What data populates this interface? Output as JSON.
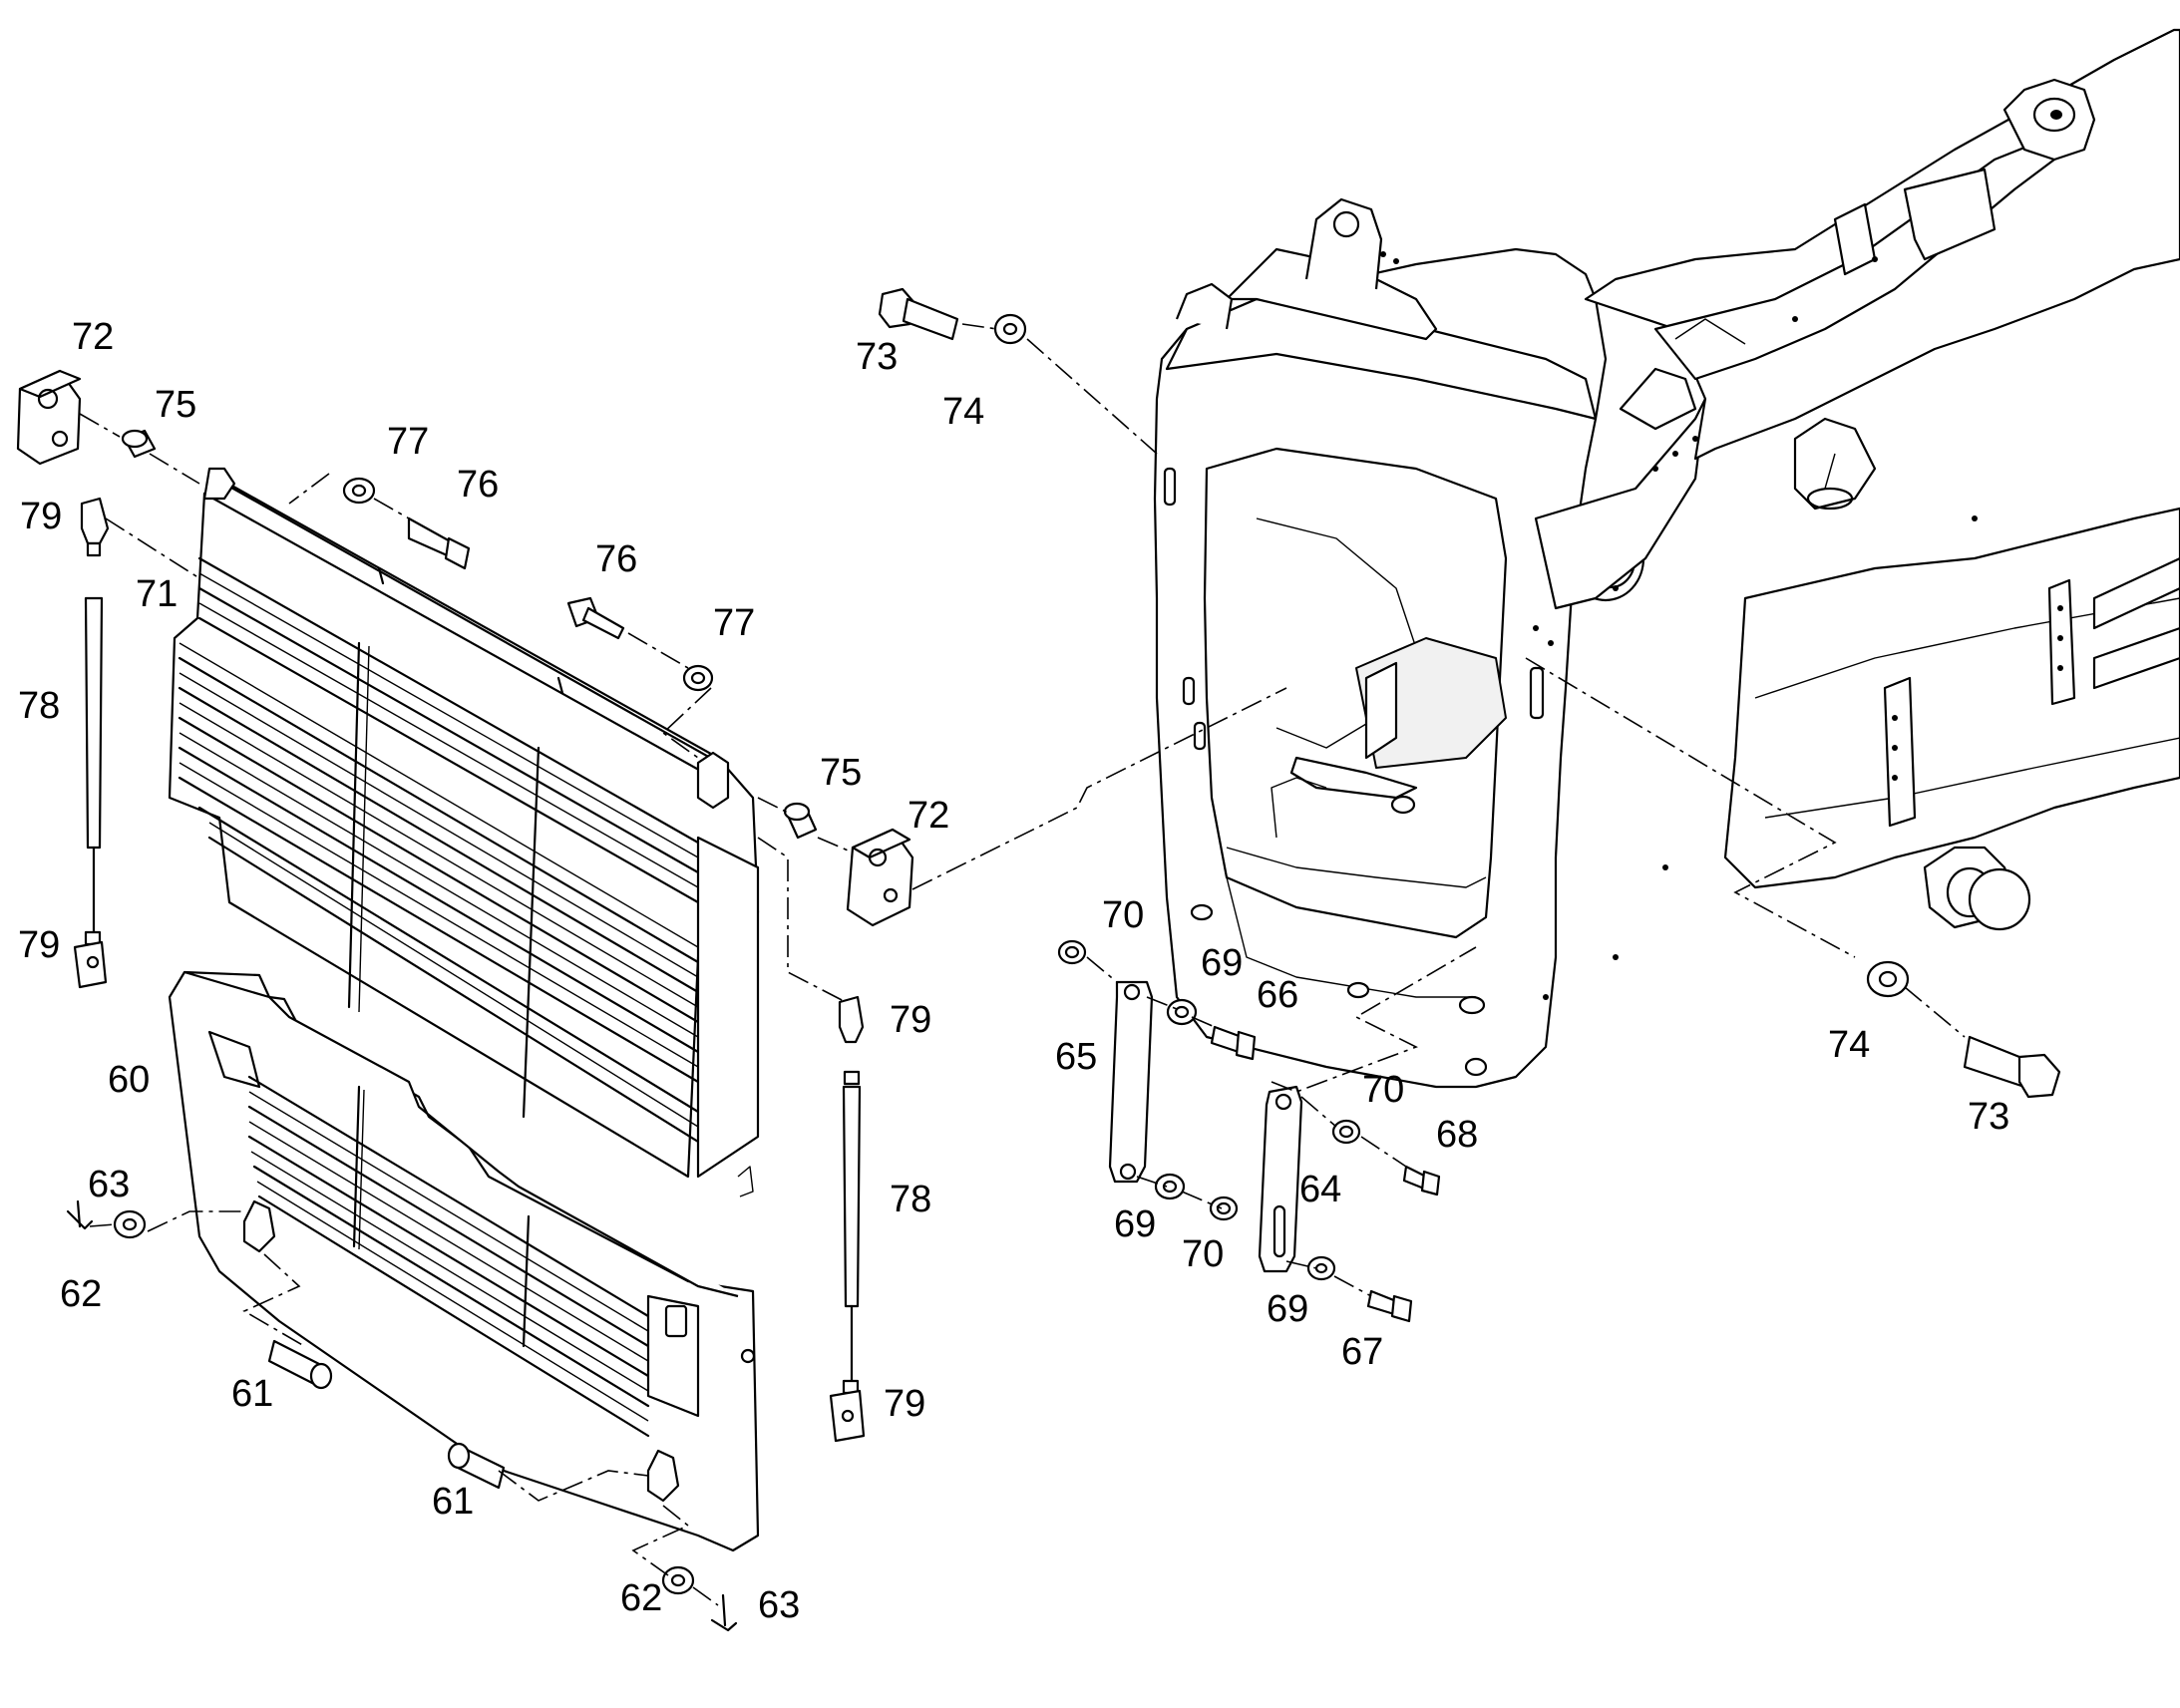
{
  "callouts": {
    "c60": "60",
    "c61a": "61",
    "c61b": "61",
    "c62a": "62",
    "c62b": "62",
    "c63a": "63",
    "c63b": "63",
    "c64": "64",
    "c65": "65",
    "c66": "66",
    "c67": "67",
    "c68": "68",
    "c69a": "69",
    "c69b": "69",
    "c69c": "69",
    "c70a": "70",
    "c70b": "70",
    "c70c": "70",
    "c71": "71",
    "c72a": "72",
    "c72b": "72",
    "c73a": "73",
    "c73b": "73",
    "c74a": "74",
    "c74b": "74",
    "c75a": "75",
    "c75b": "75",
    "c76a": "76",
    "c76b": "76",
    "c77a": "77",
    "c77b": "77",
    "c78a": "78",
    "c78b": "78",
    "c79a": "79",
    "c79b": "79",
    "c79c": "79",
    "c79d": "79"
  }
}
